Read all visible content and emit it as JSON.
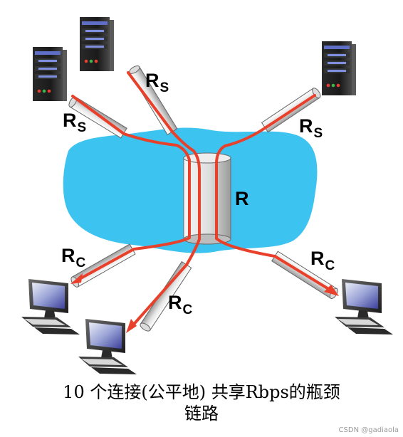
{
  "labels": {
    "rs_top": {
      "main": "R",
      "sub": "S"
    },
    "rs_left": {
      "main": "R",
      "sub": "S"
    },
    "rs_right": {
      "main": "R",
      "sub": "S"
    },
    "r_link": "R",
    "rc_left": {
      "main": "R",
      "sub": "C"
    },
    "rc_mid": {
      "main": "R",
      "sub": "C"
    },
    "rc_right": {
      "main": "R",
      "sub": "C"
    }
  },
  "caption": {
    "line1": "10 个连接(公平地) 共享Rbps的瓶颈",
    "line2": "链路"
  },
  "watermark": "CSDN @gadiaola",
  "icons": {
    "server": "server-icon",
    "client": "desktop-computer-icon"
  },
  "colors": {
    "cloud": "#3cc3f0",
    "flow": "#e8402a",
    "pipe_light": "#f2f2f2",
    "pipe_dark": "#9a9a9a"
  }
}
